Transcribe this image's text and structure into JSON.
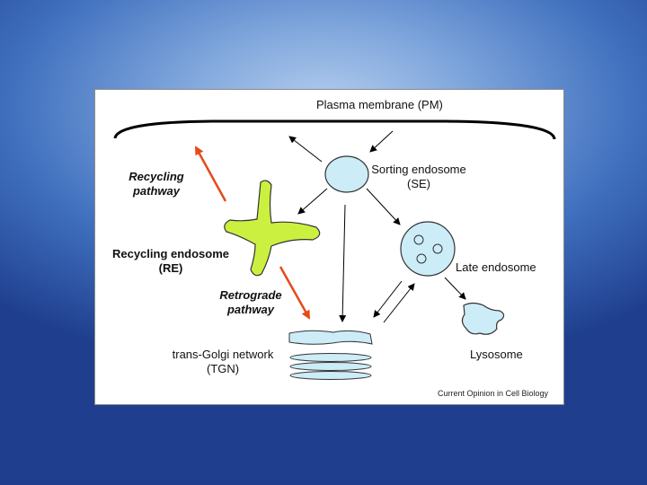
{
  "diagram": {
    "plasma_membrane_label": "Plasma membrane (PM)",
    "sorting_endosome_label": "Sorting endosome",
    "sorting_endosome_abbr": "(SE)",
    "recycling_pathway_label_line1": "Recycling",
    "recycling_pathway_label_line2": "pathway",
    "recycling_endosome_label": "Recycling endosome",
    "recycling_endosome_abbr": "(RE)",
    "late_endosome_label": "Late endosome",
    "retrograde_pathway_label_line1": "Retrograde",
    "retrograde_pathway_label_line2": "pathway",
    "tgn_label": "trans-Golgi network",
    "tgn_abbr": "(TGN)",
    "lysosome_label": "Lysosome",
    "source_credit": "Current Opinion in Cell Biology"
  },
  "colors": {
    "endosome_fill": "#ccecf8",
    "recycling_endosome_fill": "#ccf040",
    "pathway_arrow": "#e64a19",
    "background_light": "#b4cdee",
    "background_dark": "#1f3f8e"
  }
}
